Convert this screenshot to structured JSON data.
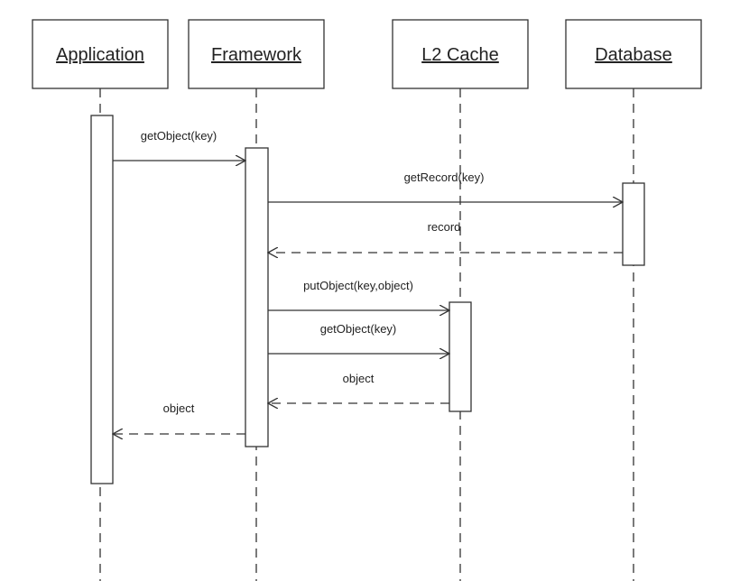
{
  "participants": [
    {
      "id": "app",
      "name": "Application"
    },
    {
      "id": "fw",
      "name": "Framework"
    },
    {
      "id": "l2",
      "name": "L2 Cache"
    },
    {
      "id": "db",
      "name": "Database"
    }
  ],
  "messages": [
    {
      "id": "m1",
      "from": "app",
      "to": "fw",
      "label": "getObject(key)",
      "kind": "call"
    },
    {
      "id": "m2",
      "from": "fw",
      "to": "db",
      "label": "getRecord(key)",
      "kind": "call"
    },
    {
      "id": "m3",
      "from": "db",
      "to": "fw",
      "label": "record",
      "kind": "return"
    },
    {
      "id": "m4",
      "from": "fw",
      "to": "l2",
      "label": "putObject(key,object)",
      "kind": "call"
    },
    {
      "id": "m5",
      "from": "fw",
      "to": "l2",
      "label": "getObject(key)",
      "kind": "call"
    },
    {
      "id": "m6",
      "from": "l2",
      "to": "fw",
      "label": "object",
      "kind": "return"
    },
    {
      "id": "m7",
      "from": "fw",
      "to": "app",
      "label": "object",
      "kind": "return"
    }
  ],
  "colors": {
    "line": "#333333",
    "box_fill": "#ffffff",
    "background": "#ffffff"
  }
}
